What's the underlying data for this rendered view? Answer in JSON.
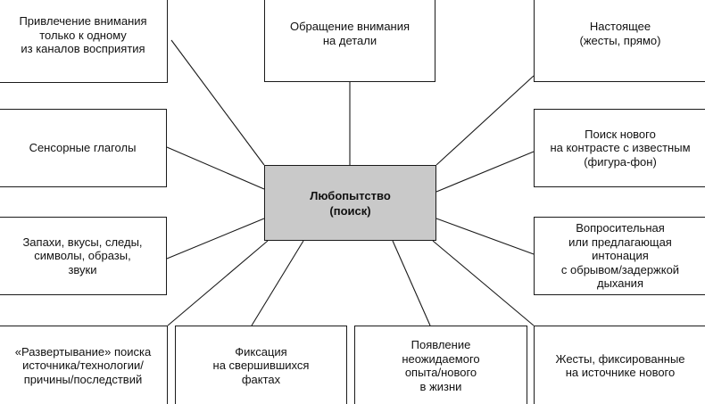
{
  "diagram": {
    "center": "Любопытство\n(поиск)",
    "nodes": {
      "attention_one_channel": "Привлечение внимания\nтолько к одному\nиз каналов восприятия",
      "attention_details": "Обращение внимания\nна детали",
      "present": "Настоящее\n(жесты, прямо)",
      "sensory_verbs": "Сенсорные глаголы",
      "search_new_contrast": "Поиск нового\nна контрасте с известным\n(фигура-фон)",
      "smells_tastes": "Запахи, вкусы, следы,\nсимволы, образы,\nзвуки",
      "intonation": "Вопросительная\nили предлагающая\nинтонация\nс обрывом/задержкой\nдыхания",
      "unfolding": "«Развертывание» поиска\nисточника/технологии/\nпричины/последствий",
      "fixation_facts": "Фиксация\nна свершившихся\nфактах",
      "unexpected_experience": "Появление\nнеожидаемого\nопыта/нового\nв жизни",
      "gestures_source": "Жесты, фиксированные\nна источнике нового"
    },
    "colors": {
      "center_fill": "#c9c9c9",
      "border": "#1a1a1a",
      "text": "#111111"
    }
  }
}
